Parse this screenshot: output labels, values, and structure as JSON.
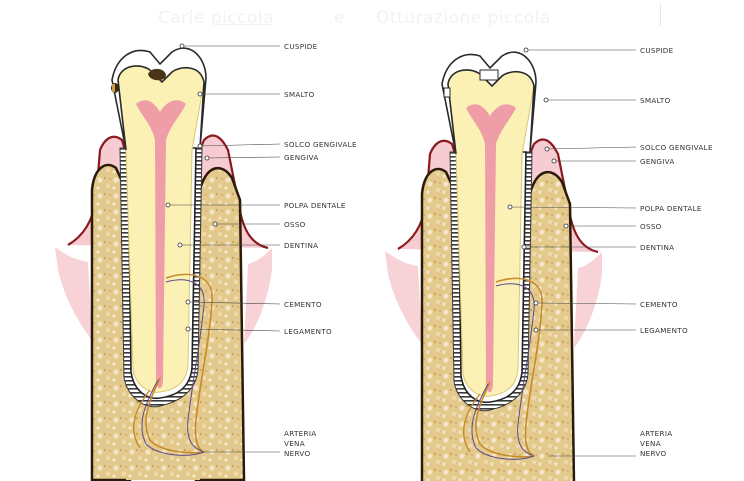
{
  "header": {
    "left_title_prefix": "Carie ",
    "left_title_underlined": "piccola",
    "separator": "e",
    "right_title": "Otturazione piccola"
  },
  "labels": {
    "cuspide": "CUSPIDE",
    "smalto": "SMALTO",
    "solco": "SOLCO GENGIVALE",
    "gengiva": "GENGIVA",
    "polpa": "POLPA DENTALE",
    "osso": "OSSO",
    "dentina": "DENTINA",
    "cemento": "CEMENTO",
    "legamento": "LEGAMENTO",
    "arteria": "ARTERIA",
    "vena": "VENA",
    "nervo": "NERVO"
  },
  "colors": {
    "bone": "#e2c98a",
    "gum": "#f5c9cf",
    "gum_outline": "#8a1a1f",
    "dentin": "#fbf1b4",
    "pulp": "#ef9ca5",
    "enamel": "#ffffff",
    "caries": "#4a3418",
    "nerve": "#c98a2a",
    "vein": "#5a4a8a"
  }
}
